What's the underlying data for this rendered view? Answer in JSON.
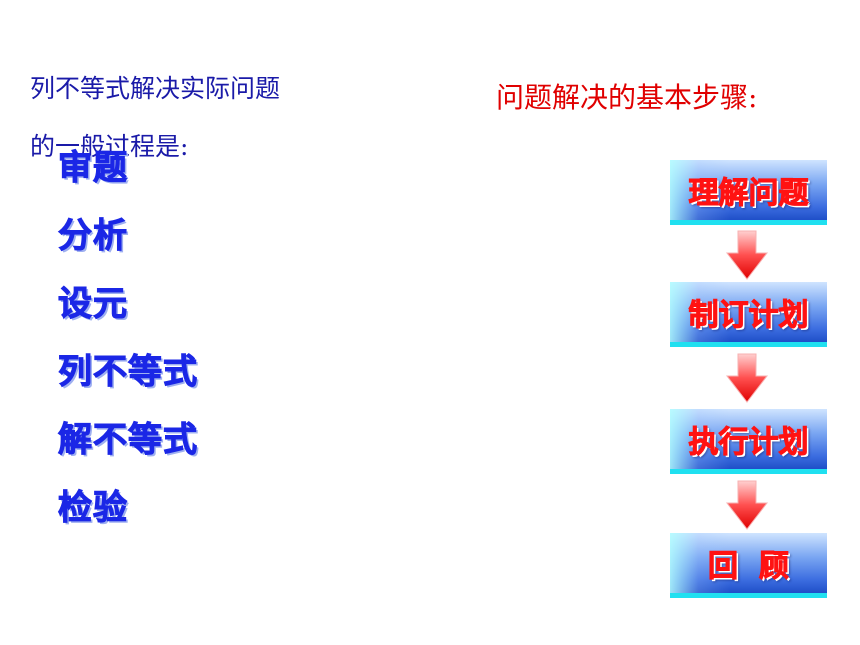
{
  "intro": {
    "line1": "列不等式解决实际问题",
    "line2": "的一般过程是:"
  },
  "steps": [
    "审题",
    "分析",
    "设元",
    "列不等式",
    "解不等式",
    "检验"
  ],
  "flow": {
    "title": "问题解决的基本步骤:",
    "boxes": [
      "理解问题",
      "制订计划",
      "执行计划",
      "回  顾"
    ]
  },
  "colors": {
    "intro_text": "#1a1aa8",
    "steps_text": "#1b27e6",
    "flow_title": "#e00000",
    "box_text": "#ff1212",
    "box_fill": "#3c6de0",
    "arrow": "#f02020"
  }
}
